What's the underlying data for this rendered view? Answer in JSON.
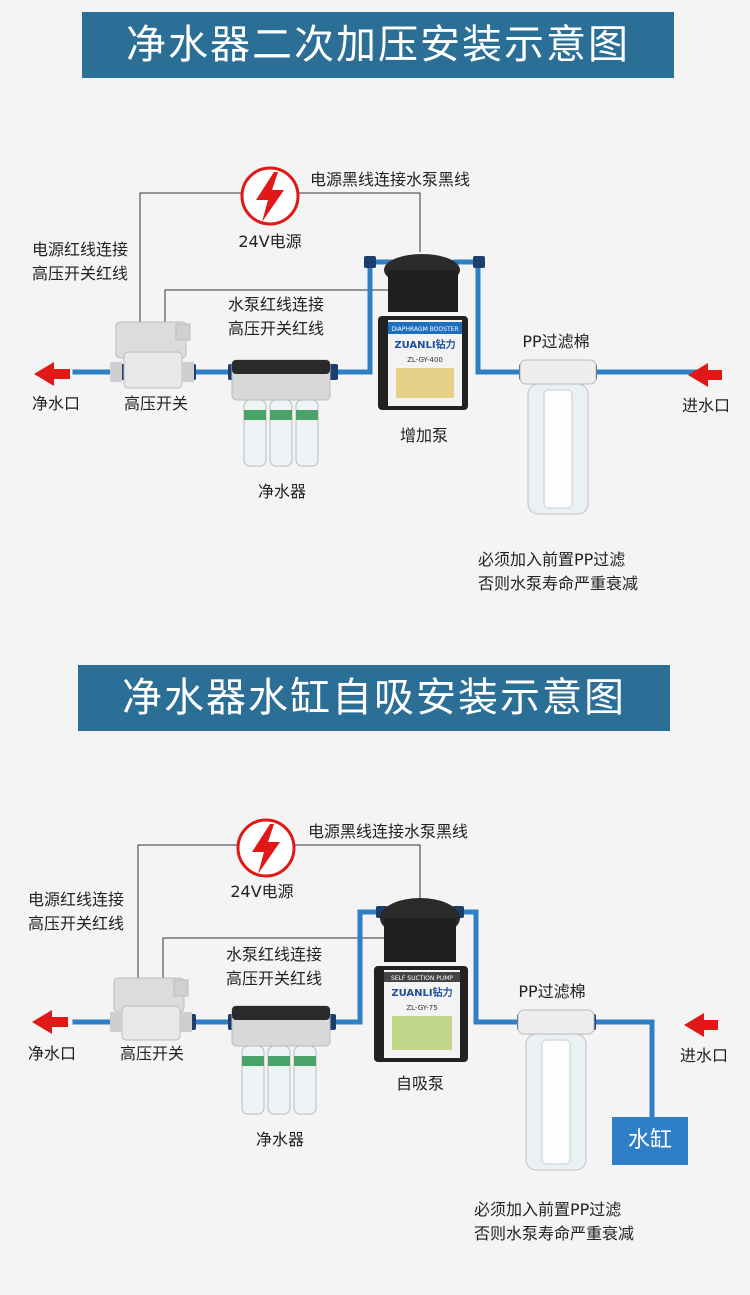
{
  "diagrams": [
    {
      "title": "净水器二次加压安装示意图",
      "power_label": "24V电源",
      "black_wire_label": "电源黑线连接水泵黑线",
      "red_wire_label_1": "电源红线连接",
      "red_wire_label_2": "高压开关红线",
      "pump_wire_label_1": "水泵红线连接",
      "pump_wire_label_2": "高压开关红线",
      "outlet_label": "净水口",
      "switch_label": "高压开关",
      "purifier_label": "净水器",
      "pump_label": "增加泵",
      "pp_label": "PP过滤棉",
      "inlet_label": "进水口",
      "note_1": "必须加入前置PP过滤",
      "note_2": "否则水泵寿命严重衰减",
      "pump_brand": "ZUANLI钻力",
      "pump_model": "ZL-GY-400",
      "pump_band_text": "DIAPHRAGM BOOSTER",
      "tank_label": ""
    },
    {
      "title": "净水器水缸自吸安装示意图",
      "power_label": "24V电源",
      "black_wire_label": "电源黑线连接水泵黑线",
      "red_wire_label_1": "电源红线连接",
      "red_wire_label_2": "高压开关红线",
      "pump_wire_label_1": "水泵红线连接",
      "pump_wire_label_2": "高压开关红线",
      "outlet_label": "净水口",
      "switch_label": "高压开关",
      "purifier_label": "净水器",
      "pump_label": "自吸泵",
      "pp_label": "PP过滤棉",
      "inlet_label": "进水口",
      "note_1": "必须加入前置PP过滤",
      "note_2": "否则水泵寿命严重衰减",
      "pump_brand": "ZUANLI钻力",
      "pump_model": "ZL-GY-75",
      "pump_band_text": "SELF SUCTION PUMP",
      "tank_label": "水缸"
    }
  ],
  "colors": {
    "title_bg": "#2b6f97",
    "pipe": "#2f7fc6",
    "arrow": "#e01818",
    "wire": "#333333",
    "tank_bg": "#2f7fc6"
  }
}
